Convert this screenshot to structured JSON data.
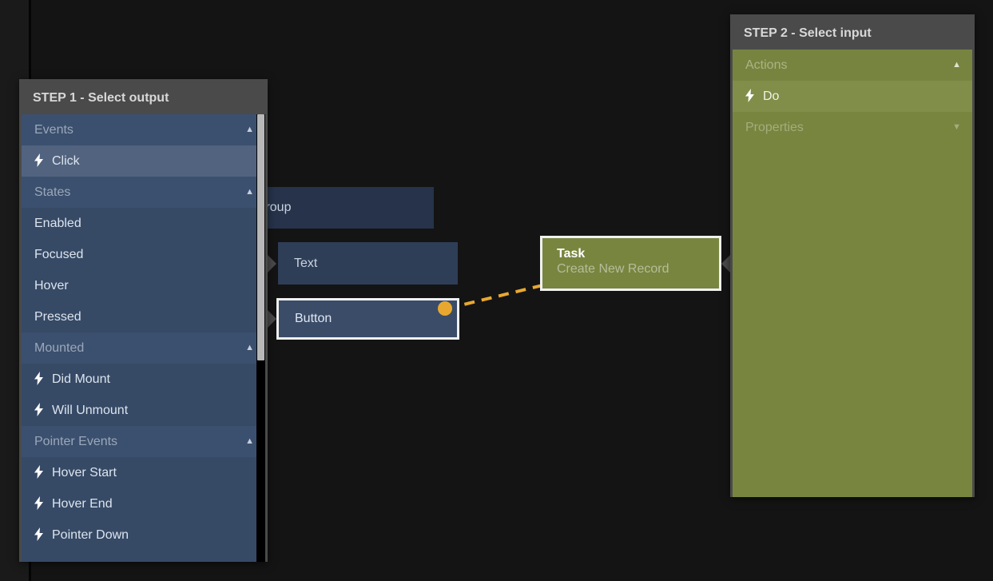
{
  "canvas": {
    "background_color": "#141414",
    "nodes": [
      {
        "id": "group",
        "label": "Group",
        "sublabel": "",
        "color": "#26334a",
        "selected": false
      },
      {
        "id": "text",
        "label": "Text",
        "sublabel": "",
        "color": "#2f3e57",
        "selected": false
      },
      {
        "id": "button",
        "label": "Button",
        "sublabel": "",
        "color": "#3b4c68",
        "selected": true
      },
      {
        "id": "task",
        "label": "Task",
        "sublabel": "Create New Record",
        "color": "#78853f",
        "selected": true
      }
    ],
    "connection": {
      "from": "button",
      "to": "task",
      "style": "dashed",
      "color": "#e8a830"
    }
  },
  "step1": {
    "title": "STEP 1 - Select output",
    "accent_color": "#364a66",
    "sections": [
      {
        "name": "Events",
        "caret": "▲",
        "expanded": true,
        "items": [
          {
            "label": "Click",
            "icon": "bolt-icon",
            "has_icon": true,
            "selected": true
          }
        ]
      },
      {
        "name": "States",
        "caret": "▲",
        "expanded": true,
        "items": [
          {
            "label": "Enabled",
            "icon": "",
            "has_icon": false,
            "selected": false
          },
          {
            "label": "Focused",
            "icon": "",
            "has_icon": false,
            "selected": false
          },
          {
            "label": "Hover",
            "icon": "",
            "has_icon": false,
            "selected": false
          },
          {
            "label": "Pressed",
            "icon": "",
            "has_icon": false,
            "selected": false
          }
        ]
      },
      {
        "name": "Mounted",
        "caret": "▲",
        "expanded": true,
        "items": [
          {
            "label": "Did Mount",
            "icon": "bolt-icon",
            "has_icon": true,
            "selected": false
          },
          {
            "label": "Will Unmount",
            "icon": "bolt-icon",
            "has_icon": true,
            "selected": false
          }
        ]
      },
      {
        "name": "Pointer Events",
        "caret": "▲",
        "expanded": true,
        "items": [
          {
            "label": "Hover Start",
            "icon": "bolt-icon",
            "has_icon": true,
            "selected": false
          },
          {
            "label": "Hover End",
            "icon": "bolt-icon",
            "has_icon": true,
            "selected": false
          },
          {
            "label": "Pointer Down",
            "icon": "bolt-icon",
            "has_icon": true,
            "selected": false
          }
        ]
      }
    ],
    "scrollbar": {
      "visible": true,
      "thumb_top_pct": 0,
      "thumb_height_pct": 55
    }
  },
  "step2": {
    "title": "STEP 2 - Select input",
    "accent_color": "#78853f",
    "sections": [
      {
        "name": "Actions",
        "caret": "▲",
        "expanded": true,
        "dim": false,
        "items": [
          {
            "label": "Do",
            "icon": "bolt-icon",
            "has_icon": true,
            "selected": true
          }
        ]
      },
      {
        "name": "Properties",
        "caret": "▼",
        "expanded": false,
        "dim": true,
        "items": []
      }
    ]
  },
  "icons": {
    "bolt": "⚡",
    "caret_up": "▲",
    "caret_down": "▼"
  }
}
